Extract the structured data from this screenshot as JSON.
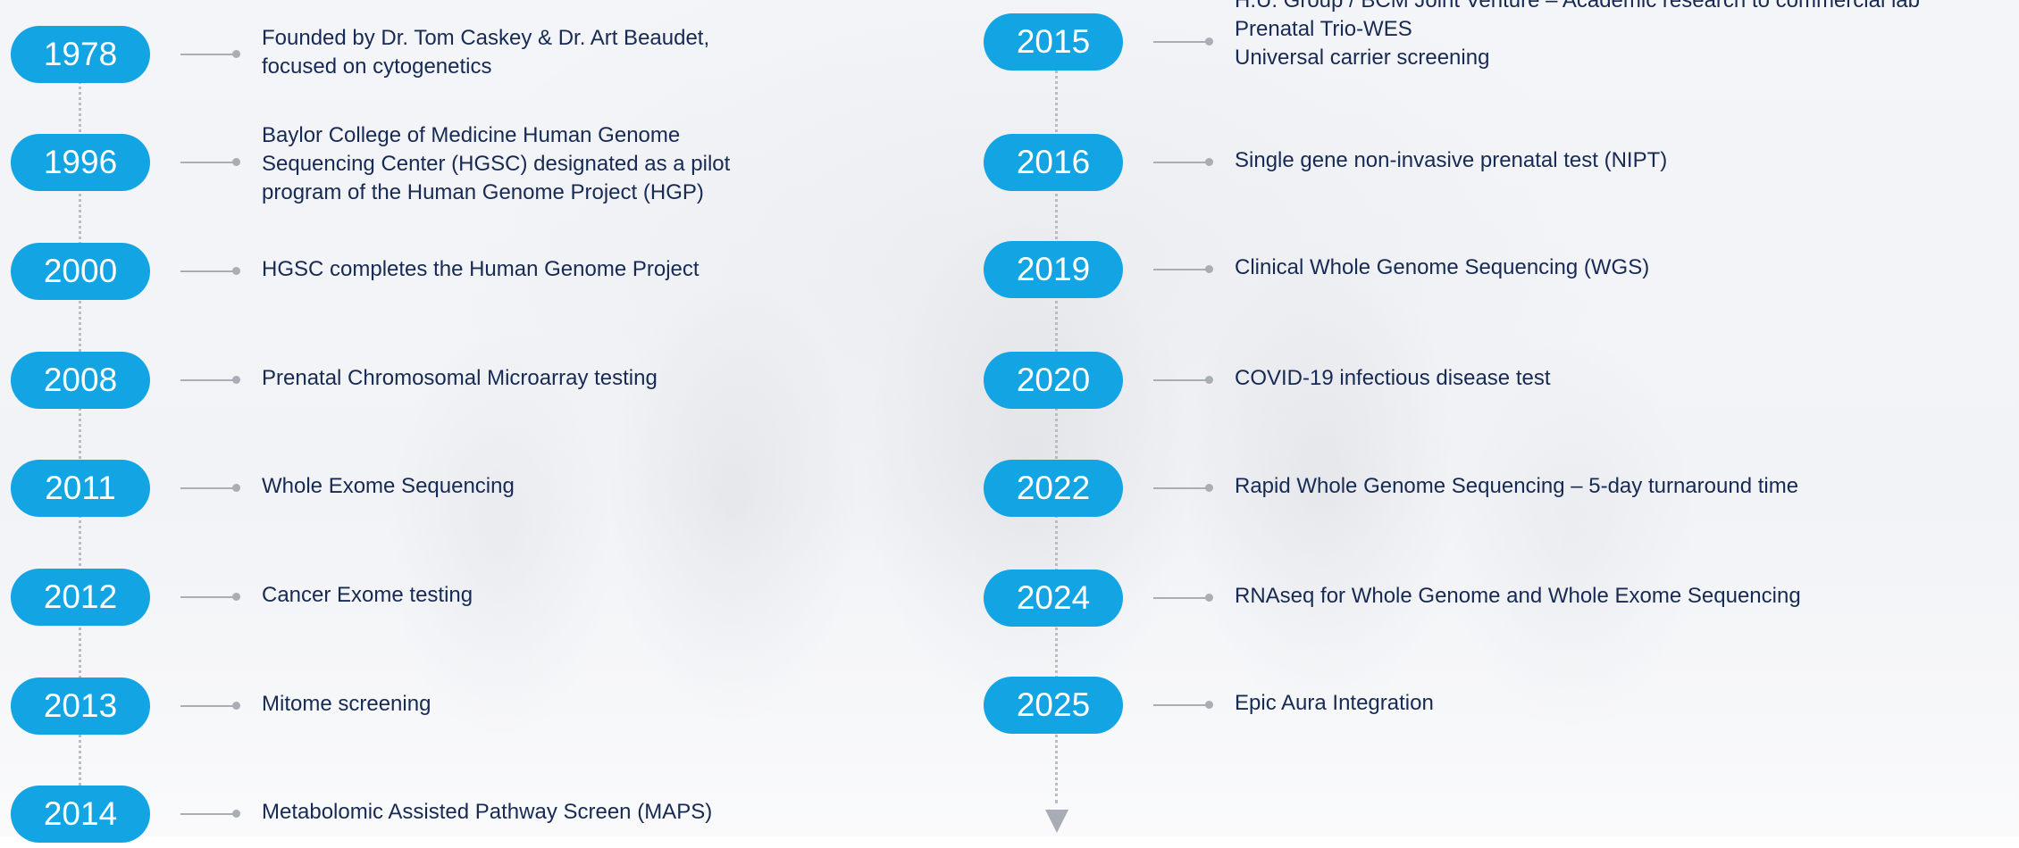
{
  "timeline": {
    "left": [
      {
        "year": "1978",
        "lines": [
          "Founded by Dr. Tom Caskey & Dr. Art Beaudet,",
          "focused on cytogenetics"
        ]
      },
      {
        "year": "1996",
        "lines": [
          "Baylor College of Medicine Human Genome",
          "Sequencing Center (HGSC) designated as a pilot",
          "program of the Human Genome Project (HGP)"
        ]
      },
      {
        "year": "2000",
        "lines": [
          "HGSC completes the Human Genome Project"
        ]
      },
      {
        "year": "2008",
        "lines": [
          "Prenatal Chromosomal Microarray testing"
        ]
      },
      {
        "year": "2011",
        "lines": [
          "Whole Exome Sequencing"
        ]
      },
      {
        "year": "2012",
        "lines": [
          "Cancer Exome testing"
        ]
      },
      {
        "year": "2013",
        "lines": [
          "Mitome screening"
        ]
      },
      {
        "year": "2014",
        "lines": [
          "Metabolomic Assisted Pathway Screen (MAPS)"
        ]
      }
    ],
    "right": [
      {
        "year": "2015",
        "lines": [
          "H.U. Group / BCM Joint Venture – Academic research to commercial  lab",
          "Prenatal Trio-WES",
          "Universal carrier screening"
        ]
      },
      {
        "year": "2016",
        "lines": [
          "Single gene non-invasive prenatal test (NIPT)"
        ]
      },
      {
        "year": "2019",
        "lines": [
          "Clinical Whole Genome Sequencing (WGS)"
        ]
      },
      {
        "year": "2020",
        "lines": [
          "COVID-19 infectious disease test"
        ]
      },
      {
        "year": "2022",
        "lines": [
          "Rapid Whole Genome Sequencing – 5-day turnaround time"
        ]
      },
      {
        "year": "2024",
        "lines": [
          "RNAseq for Whole Genome and Whole Exome Sequencing"
        ]
      },
      {
        "year": "2025",
        "lines": [
          "Epic Aura Integration"
        ]
      }
    ]
  },
  "colors": {
    "pill": "#13a4e3",
    "text": "#172a54",
    "connector": "#a9adb4"
  }
}
